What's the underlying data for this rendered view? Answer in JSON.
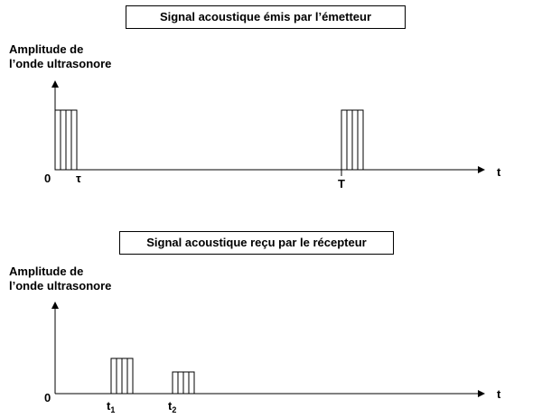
{
  "emitter": {
    "title": "Signal acoustique émis par l’émetteur",
    "ylabel_line1": "Amplitude de",
    "ylabel_line2": "l’onde ultrasonore",
    "origin": "0",
    "xlabel": "t",
    "tick_tau": "τ",
    "tick_T": "T"
  },
  "receiver": {
    "title": "Signal acoustique reçu par le récepteur",
    "ylabel_line1": "Amplitude de",
    "ylabel_line2": "l’onde ultrasonore",
    "origin": "0",
    "xlabel": "t",
    "tick_t1_main": "t",
    "tick_t1_sub": "1",
    "tick_t2_main": "t",
    "tick_t2_sub": "2"
  },
  "colors": {
    "stroke": "#000000",
    "background": "#ffffff"
  }
}
